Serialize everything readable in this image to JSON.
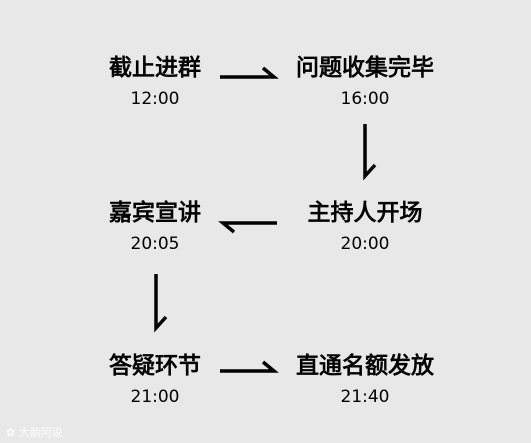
{
  "steps": [
    {
      "title": "截止进群",
      "time": "12:00"
    },
    {
      "title": "问题收集完毕",
      "time": "16:00"
    },
    {
      "title": "主持人开场",
      "time": "20:00"
    },
    {
      "title": "嘉宾宣讲",
      "time": "20:05"
    },
    {
      "title": "答疑环节",
      "time": "21:00"
    },
    {
      "title": "直通名额发放",
      "time": "21:40"
    }
  ],
  "watermark": "✿ 大鹅阿说",
  "colors": {
    "background": "#e8e8e8",
    "text": "#000000",
    "arrow": "#000000"
  }
}
